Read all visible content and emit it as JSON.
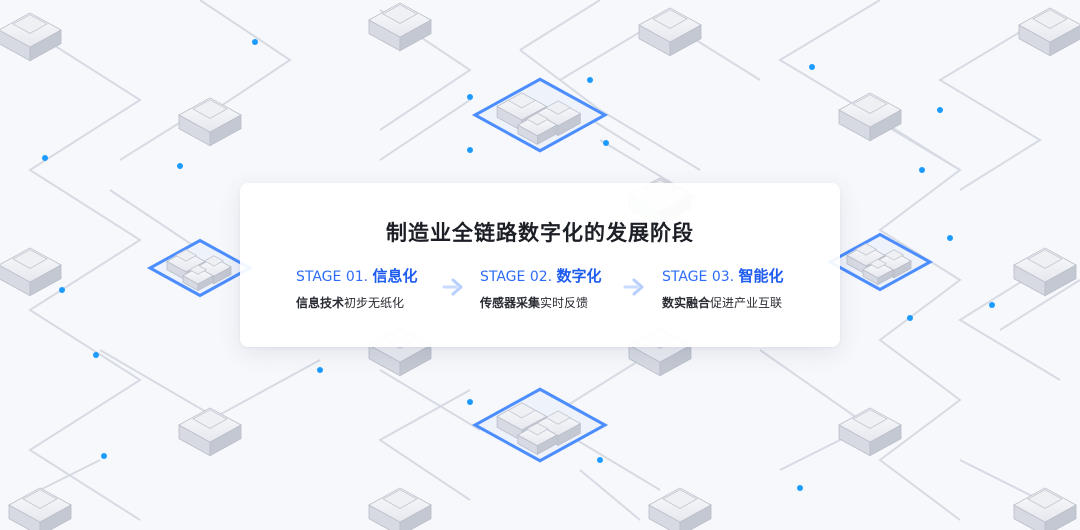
{
  "title": "制造业全链路数字化的发展阶段",
  "stages": [
    {
      "num": "STAGE 01.",
      "name": "信息化",
      "desc_bold": "信息技术",
      "desc_rest": "初步无纸化"
    },
    {
      "num": "STAGE 02.",
      "name": "数字化",
      "desc_bold": "传感器采集",
      "desc_rest": "实时反馈"
    },
    {
      "num": "STAGE 03.",
      "name": "智能化",
      "desc_bold": "数实融合",
      "desc_rest": "促进产业互联"
    }
  ],
  "colors": {
    "accent": "#2f6df6",
    "line": "#d3d8e2",
    "dot": "#1e9bff",
    "glow": "#4c8dff"
  }
}
